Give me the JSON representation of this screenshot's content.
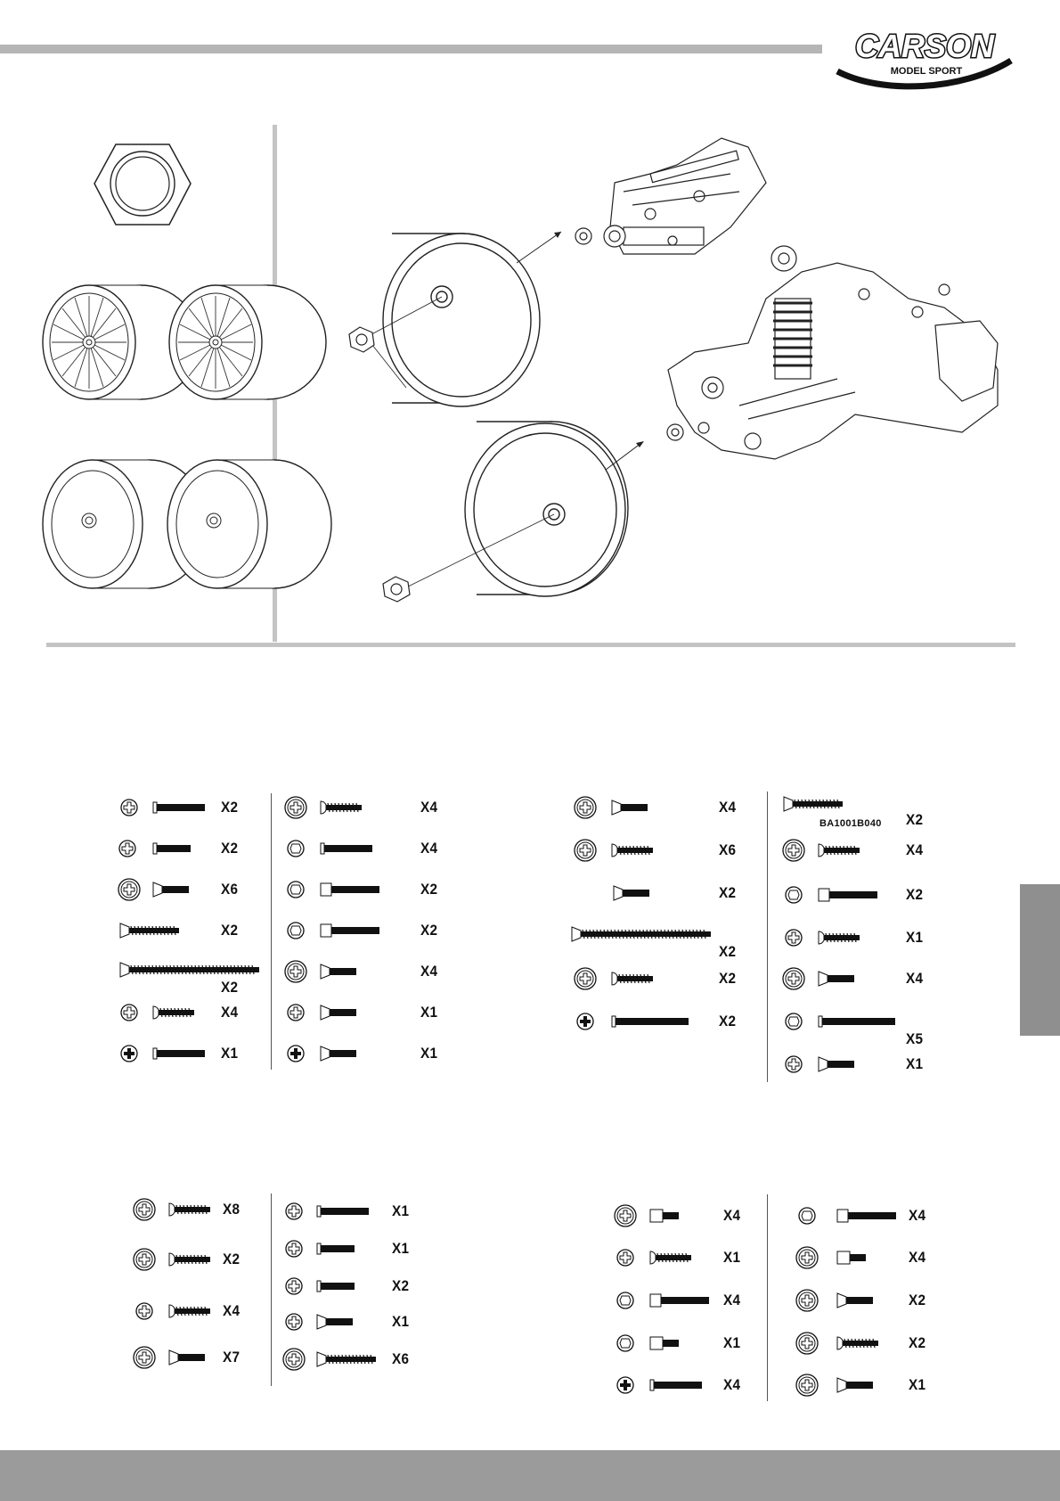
{
  "brand": {
    "name": "CARSON",
    "tagline": "MODEL SPORT"
  },
  "colors": {
    "rule": "#b5b5b5",
    "footer": "#9b9b9b",
    "tab": "#8f8f8f",
    "ink": "#111111"
  },
  "parts_groups": {
    "group1": {
      "left": [
        "X2",
        "X2",
        "X6",
        "X2",
        "X2",
        "X4",
        "X1"
      ],
      "right": [
        "X4",
        "X4",
        "X2",
        "X2",
        "X4",
        "X1",
        "X1"
      ]
    },
    "group2": {
      "left": [
        "X4",
        "X6",
        "X2",
        "X2",
        "X2",
        "X2"
      ],
      "right": [
        "X2",
        "X4",
        "X2",
        "X1",
        "X4",
        "X5",
        "X1"
      ],
      "part_code": "BA1001B040"
    },
    "group3": {
      "left": [
        "X8",
        "X2",
        "X4",
        "X7"
      ],
      "right": [
        "X1",
        "X1",
        "X2",
        "X1",
        "X6"
      ]
    },
    "group4": {
      "left": [
        "X4",
        "X1",
        "X4",
        "X1",
        "X4"
      ],
      "right": [
        "X4",
        "X4",
        "X2",
        "X2",
        "X1"
      ]
    }
  }
}
